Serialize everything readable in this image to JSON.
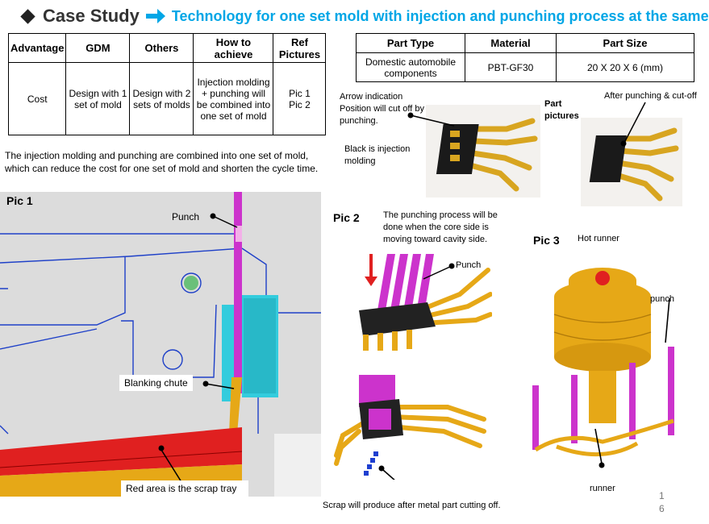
{
  "header": {
    "title": "Case Study",
    "subtitle": "Technology for one set mold with injection and punching process at the same time"
  },
  "advantage_table": {
    "headers": [
      "Advantage",
      "GDM",
      "Others",
      "How to achieve",
      "Ref Pictures"
    ],
    "row": [
      "Cost",
      "Design with 1 set of mold",
      "Design with 2 sets of molds",
      "Injection molding + punching will be combined into one set of mold",
      "Pic 1\nPic 2"
    ]
  },
  "part_table": {
    "headers": [
      "Part Type",
      "Material",
      "Part Size"
    ],
    "row": [
      "Domestic automobile components",
      "PBT-GF30",
      "20 X 20 X 6 (mm)"
    ]
  },
  "description": "The injection molding and punching are combined into one set of mold, which can reduce the cost for one set of mold and shorten the cycle time.",
  "part_pictures": {
    "arrow_note": "Arrow indication Position will cut off by punching.",
    "black_note": "Black is injection molding",
    "label": "Part pictures",
    "after_label": "After punching & cut-off"
  },
  "pic1": {
    "title": "Pic 1",
    "punch_label": "Punch",
    "chute_label": "Blanking chute",
    "tray_label": "Red area is the scrap tray"
  },
  "pic2": {
    "title": "Pic 2",
    "note": "The punching process will be done when the core side is moving toward cavity side.",
    "punch_label": "Punch",
    "scrap_note": "Scrap will produce after metal part cutting off."
  },
  "pic3": {
    "title": "Pic 3",
    "hot_runner_label": "Hot runner",
    "punch_label": "punch",
    "runner_label": "runner"
  },
  "page_number": "1\n6",
  "colors": {
    "title_text": "#333333",
    "subtitle_text": "#00a6e6",
    "accent_arrow": "#00a6e6",
    "magenta": "#cc33cc",
    "gold": "#e6a817",
    "scrap_tray_red": "#e02020",
    "chute_cyan": "#33ccdd"
  }
}
